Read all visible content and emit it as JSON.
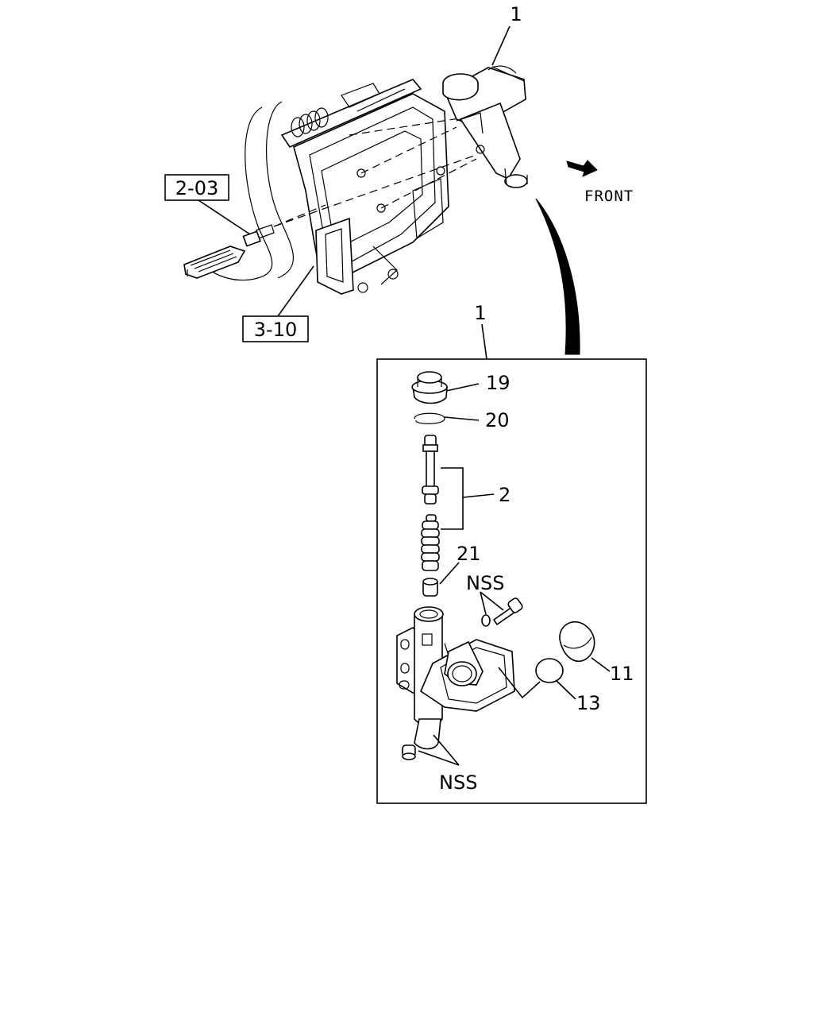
{
  "labels": {
    "top_part": "1",
    "ref_203": "2-03",
    "ref_310": "3-10",
    "front": "FRONT",
    "inset_part": "1",
    "p19": "19",
    "p20": "20",
    "p2": "2",
    "p21": "21",
    "nss_upper": "NSS",
    "p11": "11",
    "p13": "13",
    "nss_lower": "NSS"
  }
}
